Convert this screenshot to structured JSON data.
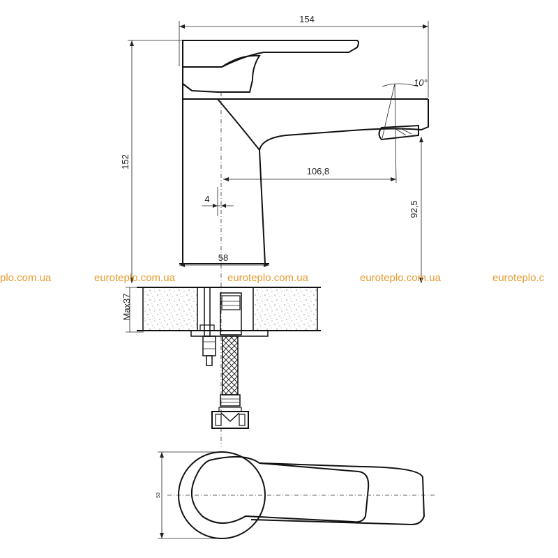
{
  "dimensions": {
    "width_total": "154",
    "height_total": "152",
    "spout_reach": "106,8",
    "offset": "4",
    "base_diameter": "58",
    "spout_height": "92,5",
    "angle": "10°",
    "max_thickness": "Max37",
    "top_view_width": "53"
  },
  "watermarks": [
    "plo.com.ua",
    "euroteplo.com.ua",
    "euroteplo.com.ua",
    "euroteplo.com.ua",
    "euroteplo.c"
  ],
  "colors": {
    "watermark": "#e59a2e",
    "line": "#111111"
  }
}
